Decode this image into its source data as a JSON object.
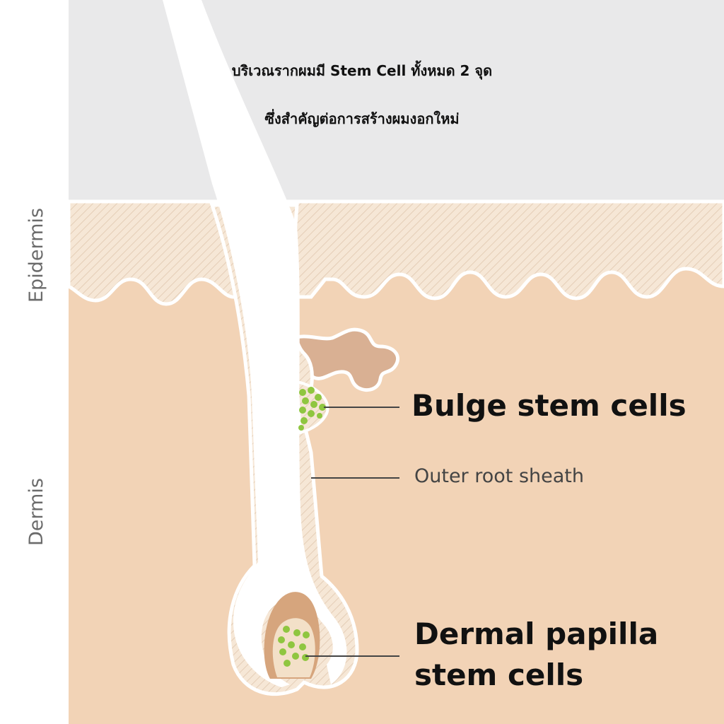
{
  "title": {
    "line1": "บริเวณรากผมมี Stem Cell ทั้งหมด 2 จุด",
    "line2": "ซึ่งสำคัญต่อการสร้างผมงอกใหม่"
  },
  "layers": {
    "epidermis": "Epidermis",
    "dermis": "Dermis"
  },
  "callouts": {
    "bulge": "Bulge stem cells",
    "outer_root_sheath": "Outer root sheath",
    "papilla_line1": "Dermal papilla",
    "papilla_line2": "stem cells"
  },
  "colors": {
    "sky": "#e9e9ea",
    "epidermis": "#f6e7d6",
    "dermis": "#f2d3b6",
    "gland": "#d9b093",
    "papilla": "#d6a57d",
    "stem_cell": "#8fc640",
    "hair": "#ffffff"
  }
}
